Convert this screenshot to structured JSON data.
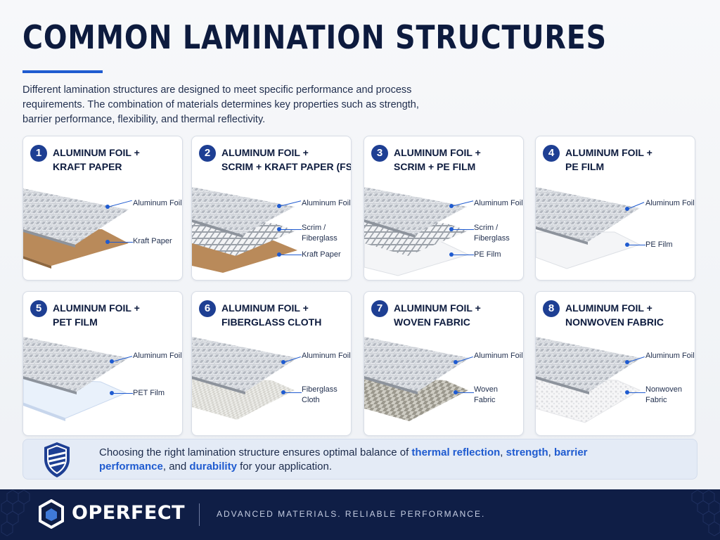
{
  "header": {
    "title": "COMMON LAMINATION STRUCTURES",
    "intro": "Different lamination structures are designed to meet specific performance and process requirements. The combination of materials determines key properties such as strength, barrier performance, flexibility, and thermal reflectivity."
  },
  "cards": [
    {
      "number": "1",
      "title_line1": "ALUMINUM FOIL +",
      "title_line2": "KRAFT PAPER",
      "labels": [
        {
          "l1": "Aluminum Foil",
          "l2": ""
        },
        {
          "l1": "Kraft Paper",
          "l2": ""
        }
      ]
    },
    {
      "number": "2",
      "title_line1": "ALUMINUM FOIL +",
      "title_line2": "SCRIM + KRAFT PAPER (FSK)",
      "labels": [
        {
          "l1": "Aluminum Foil",
          "l2": ""
        },
        {
          "l1": "Scrim /",
          "l2": "Fiberglass"
        },
        {
          "l1": "Kraft Paper",
          "l2": ""
        }
      ]
    },
    {
      "number": "3",
      "title_line1": "ALUMINUM FOIL +",
      "title_line2": "SCRIM + PE FILM",
      "labels": [
        {
          "l1": "Aluminum Foil",
          "l2": ""
        },
        {
          "l1": "Scrim /",
          "l2": "Fiberglass"
        },
        {
          "l1": "PE Film",
          "l2": ""
        }
      ]
    },
    {
      "number": "4",
      "title_line1": "ALUMINUM FOIL +",
      "title_line2": "PE FILM",
      "labels": [
        {
          "l1": "Aluminum Foil",
          "l2": ""
        },
        {
          "l1": "PE Film",
          "l2": ""
        }
      ]
    },
    {
      "number": "5",
      "title_line1": "ALUMINUM FOIL +",
      "title_line2": "PET FILM",
      "labels": [
        {
          "l1": "Aluminum Foil",
          "l2": ""
        },
        {
          "l1": "PET Film",
          "l2": ""
        }
      ]
    },
    {
      "number": "6",
      "title_line1": "ALUMINUM FOIL +",
      "title_line2": "FIBERGLASS CLOTH",
      "labels": [
        {
          "l1": "Aluminum Foil",
          "l2": ""
        },
        {
          "l1": "Fiberglass",
          "l2": "Cloth"
        }
      ]
    },
    {
      "number": "7",
      "title_line1": "ALUMINUM FOIL +",
      "title_line2": "WOVEN FABRIC",
      "labels": [
        {
          "l1": "Aluminum Foil",
          "l2": ""
        },
        {
          "l1": "Woven",
          "l2": "Fabric"
        }
      ]
    },
    {
      "number": "8",
      "title_line1": "ALUMINUM FOIL +",
      "title_line2": "NONWOVEN FABRIC",
      "labels": [
        {
          "l1": "Aluminum Foil",
          "l2": ""
        },
        {
          "l1": "Nonwoven",
          "l2": "Fabric"
        }
      ]
    }
  ],
  "banner": {
    "icon": "shield-icon",
    "part1": "Choosing the right lamination structure ensures optimal balance of ",
    "hl1": "thermal reflection",
    "part2": ", ",
    "hl2": "strength",
    "part3": ", ",
    "hl3": "barrier performance",
    "part4": ", and ",
    "hl4": "durability",
    "part5": " for your application."
  },
  "footer": {
    "brand": "OPERFECT",
    "tagline": "ADVANCED MATERIALS. RELIABLE PERFORMANCE.",
    "logo_icon": "hexagon-logo-icon"
  },
  "colors": {
    "navy": "#0d1b3e",
    "accent_blue": "#1f5bd0",
    "footer_bg": "#0f1e46",
    "kraft": "#b98a5a",
    "foil": "#c9cdd3"
  }
}
